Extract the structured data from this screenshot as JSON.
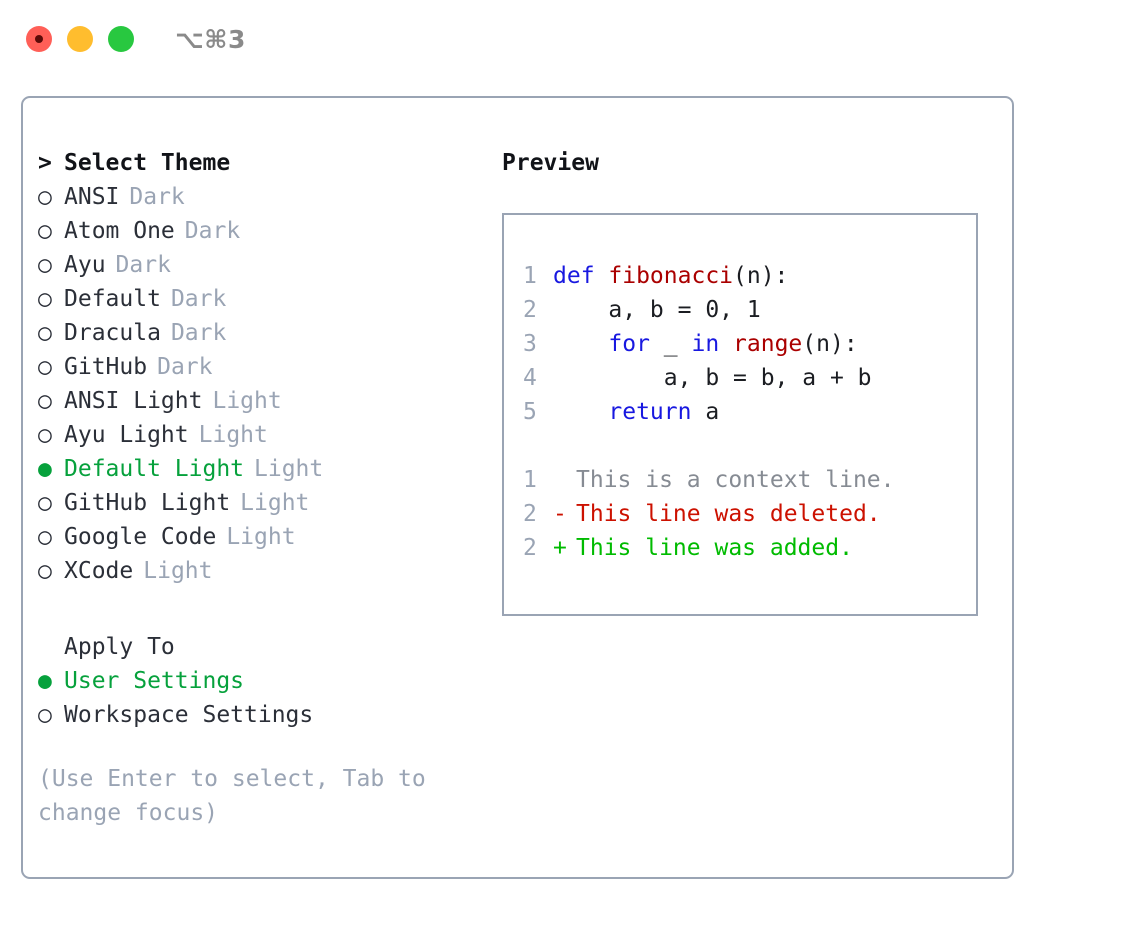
{
  "window": {
    "title": "⌥⌘3",
    "traffic_lights": [
      {
        "name": "close",
        "color": "#ff5f57"
      },
      {
        "name": "minimize",
        "color": "#ffbd2e"
      },
      {
        "name": "maximize",
        "color": "#28c840"
      }
    ]
  },
  "colors": {
    "selected_green": "#06a13c",
    "muted": "#9aa4b4",
    "text": "#2b2f38",
    "border": "#9aa4b4",
    "keyword_blue": "#1818e0",
    "function_red": "#aa0000",
    "diff_delete": "#cc1100",
    "diff_add": "#00bb00",
    "diff_context": "#868b93"
  },
  "theme_list": {
    "heading": "Select Theme",
    "heading_marker": ">",
    "items": [
      {
        "marker": "○",
        "name": "ANSI",
        "variant": "Dark",
        "selected": false
      },
      {
        "marker": "○",
        "name": "Atom One",
        "variant": "Dark",
        "selected": false
      },
      {
        "marker": "○",
        "name": "Ayu",
        "variant": "Dark",
        "selected": false
      },
      {
        "marker": "○",
        "name": "Default",
        "variant": "Dark",
        "selected": false
      },
      {
        "marker": "○",
        "name": "Dracula",
        "variant": "Dark",
        "selected": false
      },
      {
        "marker": "○",
        "name": "GitHub",
        "variant": "Dark",
        "selected": false
      },
      {
        "marker": "○",
        "name": "ANSI Light",
        "variant": "Light",
        "selected": false
      },
      {
        "marker": "○",
        "name": "Ayu Light",
        "variant": "Light",
        "selected": false
      },
      {
        "marker": "●",
        "name": "Default Light",
        "variant": "Light",
        "selected": true
      },
      {
        "marker": "○",
        "name": "GitHub Light",
        "variant": "Light",
        "selected": false
      },
      {
        "marker": "○",
        "name": "Google Code",
        "variant": "Light",
        "selected": false
      },
      {
        "marker": "○",
        "name": "XCode",
        "variant": "Light",
        "selected": false
      }
    ]
  },
  "apply_to": {
    "heading": "Apply To",
    "items": [
      {
        "marker": "●",
        "name": "User Settings",
        "selected": true
      },
      {
        "marker": "○",
        "name": "Workspace Settings",
        "selected": false
      }
    ]
  },
  "hint": "(Use Enter to select, Tab to change focus)",
  "preview": {
    "title": "Preview",
    "code_lines": [
      {
        "lineno": "1",
        "tokens": [
          {
            "text": "def ",
            "kind": "kw"
          },
          {
            "text": "fibonacci",
            "kind": "fn"
          },
          {
            "text": "(n):",
            "kind": "plain"
          }
        ]
      },
      {
        "lineno": "2",
        "tokens": [
          {
            "text": "    a, b = 0, 1",
            "kind": "plain"
          }
        ]
      },
      {
        "lineno": "3",
        "tokens": [
          {
            "text": "    ",
            "kind": "plain"
          },
          {
            "text": "for",
            "kind": "kw"
          },
          {
            "text": " _ ",
            "kind": "plain"
          },
          {
            "text": "in ",
            "kind": "kw"
          },
          {
            "text": "range",
            "kind": "fn"
          },
          {
            "text": "(n):",
            "kind": "plain"
          }
        ]
      },
      {
        "lineno": "4",
        "tokens": [
          {
            "text": "        a, b = b, a + b",
            "kind": "plain"
          }
        ]
      },
      {
        "lineno": "5",
        "tokens": [
          {
            "text": "    ",
            "kind": "plain"
          },
          {
            "text": "return",
            "kind": "kw"
          },
          {
            "text": " a",
            "kind": "plain"
          }
        ]
      }
    ],
    "diff_lines": [
      {
        "lineno": "1",
        "mark": " ",
        "text": "This is a context line.",
        "kind": "context"
      },
      {
        "lineno": "2",
        "mark": "-",
        "text": "This line was deleted.",
        "kind": "delete"
      },
      {
        "lineno": "2",
        "mark": "+",
        "text": "This line was added.",
        "kind": "add"
      }
    ]
  }
}
